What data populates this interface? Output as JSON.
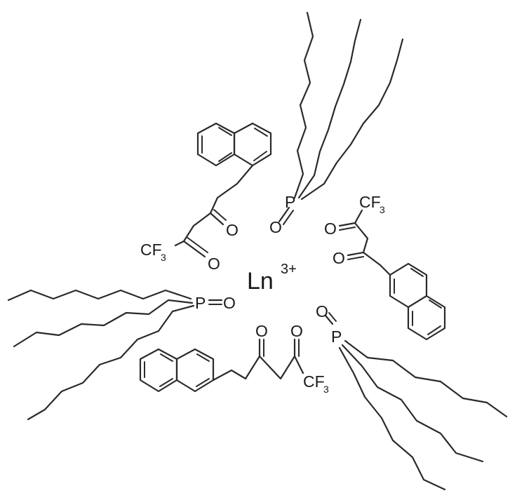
{
  "diagram": {
    "center_ion": {
      "symbol": "Ln",
      "charge": "3+"
    },
    "atoms": {
      "phosphorus": "P",
      "oxygen": "O",
      "cf3_main": "CF",
      "cf3_sub": "3"
    },
    "ligands": {
      "phosphine_oxides": 3,
      "trifluoro_diketonates": 3
    }
  }
}
